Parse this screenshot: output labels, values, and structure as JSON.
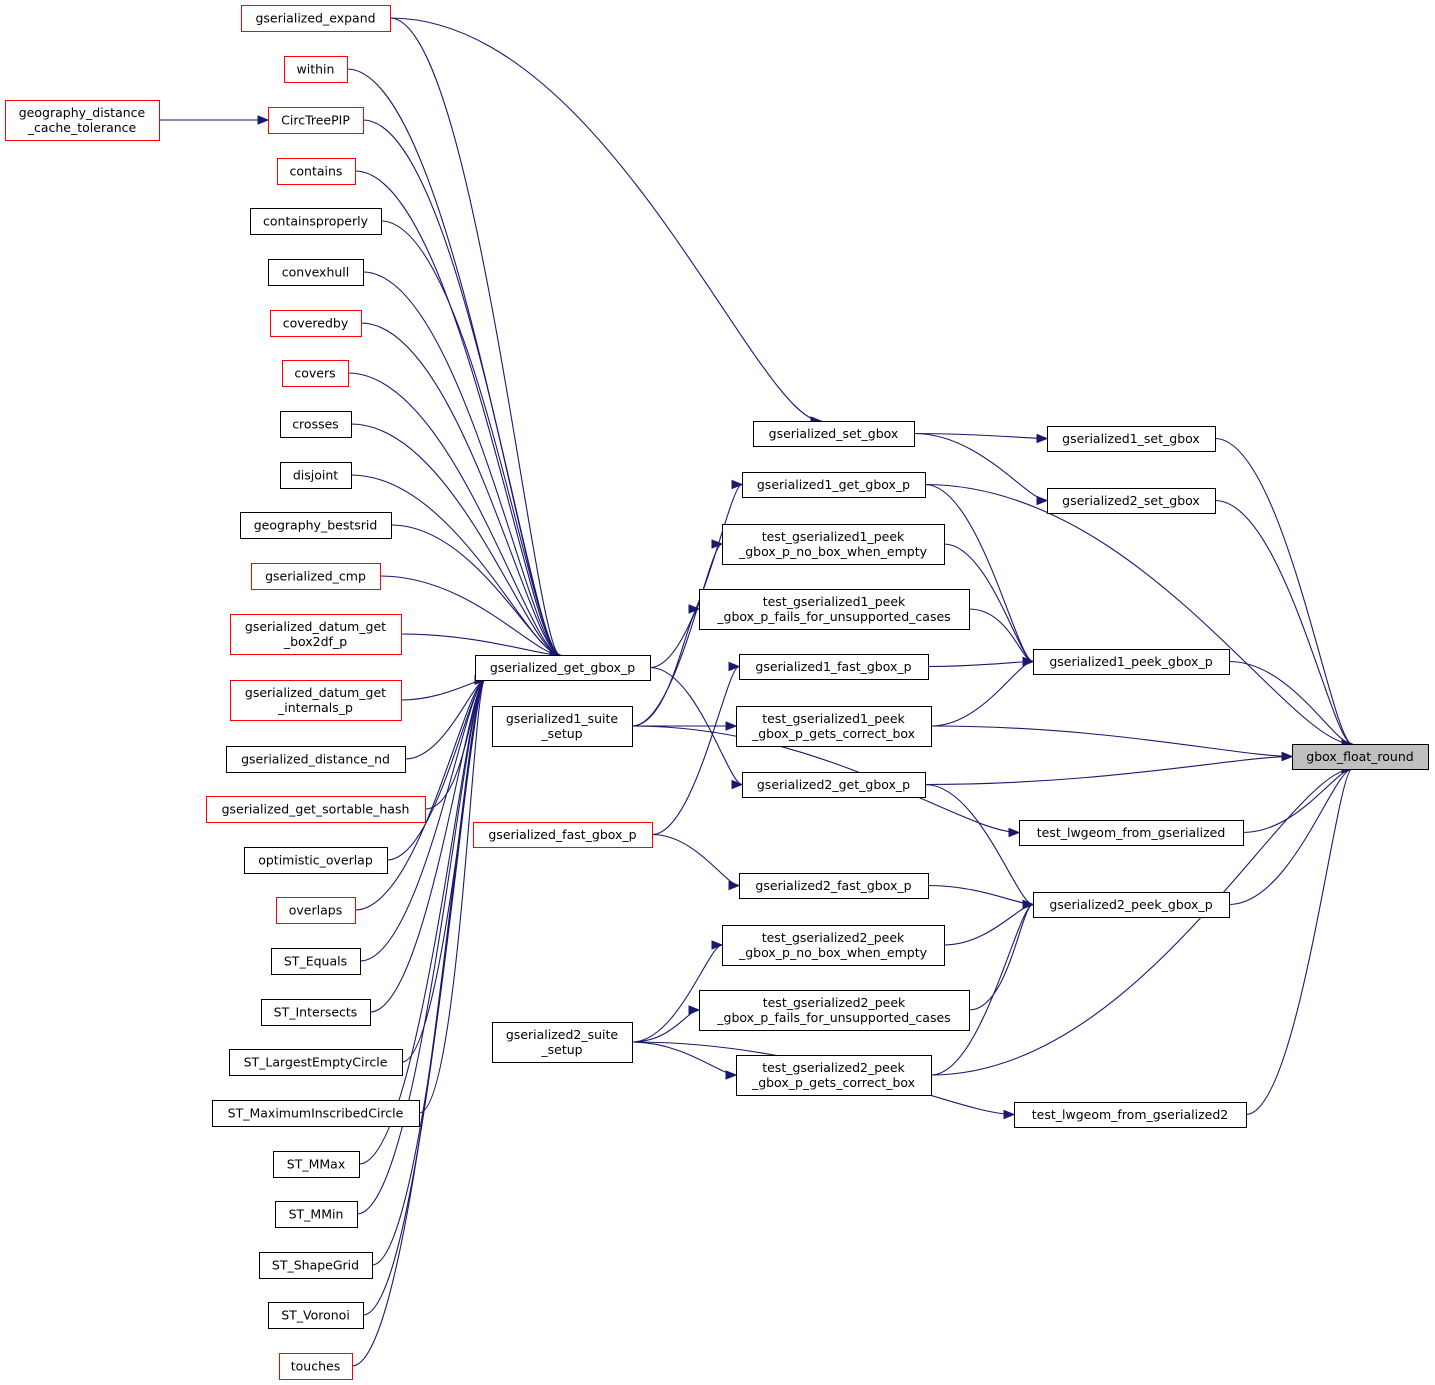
{
  "diagram": {
    "title": "gbox_float_round caller graph",
    "colors": {
      "edge": "#191970",
      "node_border_default": "#000000",
      "node_border_truncated": "#ff0000",
      "node_fill_default": "#ffffff",
      "node_fill_focus": "#bfbfbf"
    },
    "nodes": [
      {
        "id": "gbox_float_round",
        "label": [
          "gbox_float_round"
        ],
        "style": "focus"
      },
      {
        "id": "gserialized1_set_gbox",
        "label": [
          "gserialized1_set_gbox"
        ],
        "style": "default"
      },
      {
        "id": "gserialized2_set_gbox",
        "label": [
          "gserialized2_set_gbox"
        ],
        "style": "default"
      },
      {
        "id": "gserialized1_peek_gbox_p",
        "label": [
          "gserialized1_peek_gbox_p"
        ],
        "style": "default"
      },
      {
        "id": "test_lwgeom_from_gserialized",
        "label": [
          "test_lwgeom_from_gserialized"
        ],
        "style": "default"
      },
      {
        "id": "gserialized2_peek_gbox_p",
        "label": [
          "gserialized2_peek_gbox_p"
        ],
        "style": "default"
      },
      {
        "id": "test_lwgeom_from_gserialized2",
        "label": [
          "test_lwgeom_from_gserialized2"
        ],
        "style": "default"
      },
      {
        "id": "gserialized_set_gbox",
        "label": [
          "gserialized_set_gbox"
        ],
        "style": "default"
      },
      {
        "id": "gserialized1_get_gbox_p",
        "label": [
          "gserialized1_get_gbox_p"
        ],
        "style": "default"
      },
      {
        "id": "test_gserialized1_peek_gbox_p_no_box_when_empty",
        "label": [
          "test_gserialized1_peek",
          "_gbox_p_no_box_when_empty"
        ],
        "style": "default"
      },
      {
        "id": "test_gserialized1_peek_gbox_p_fails_for_unsupported_cases",
        "label": [
          "test_gserialized1_peek",
          "_gbox_p_fails_for_unsupported_cases"
        ],
        "style": "default"
      },
      {
        "id": "gserialized1_fast_gbox_p",
        "label": [
          "gserialized1_fast_gbox_p"
        ],
        "style": "default"
      },
      {
        "id": "test_gserialized1_peek_gbox_p_gets_correct_box",
        "label": [
          "test_gserialized1_peek",
          "_gbox_p_gets_correct_box"
        ],
        "style": "default"
      },
      {
        "id": "gserialized2_get_gbox_p",
        "label": [
          "gserialized2_get_gbox_p"
        ],
        "style": "default"
      },
      {
        "id": "gserialized2_fast_gbox_p",
        "label": [
          "gserialized2_fast_gbox_p"
        ],
        "style": "default"
      },
      {
        "id": "test_gserialized2_peek_gbox_p_no_box_when_empty",
        "label": [
          "test_gserialized2_peek",
          "_gbox_p_no_box_when_empty"
        ],
        "style": "default"
      },
      {
        "id": "test_gserialized2_peek_gbox_p_fails_for_unsupported_cases",
        "label": [
          "test_gserialized2_peek",
          "_gbox_p_fails_for_unsupported_cases"
        ],
        "style": "default"
      },
      {
        "id": "test_gserialized2_peek_gbox_p_gets_correct_box",
        "label": [
          "test_gserialized2_peek",
          "_gbox_p_gets_correct_box"
        ],
        "style": "default"
      },
      {
        "id": "gserialized_get_gbox_p",
        "label": [
          "gserialized_get_gbox_p"
        ],
        "style": "default"
      },
      {
        "id": "gserialized1_suite_setup",
        "label": [
          "gserialized1_suite",
          "_setup"
        ],
        "style": "default"
      },
      {
        "id": "gserialized_fast_gbox_p",
        "label": [
          "gserialized_fast_gbox_p"
        ],
        "style": "truncated"
      },
      {
        "id": "gserialized2_suite_setup",
        "label": [
          "gserialized2_suite",
          "_setup"
        ],
        "style": "default"
      },
      {
        "id": "gserialized_expand",
        "label": [
          "gserialized_expand"
        ],
        "style": "truncated"
      },
      {
        "id": "within",
        "label": [
          "within"
        ],
        "style": "truncated"
      },
      {
        "id": "CircTreePIP",
        "label": [
          "CircTreePIP"
        ],
        "style": "truncated"
      },
      {
        "id": "geography_distance_cache_tolerance",
        "label": [
          "geography_distance",
          "_cache_tolerance"
        ],
        "style": "truncated"
      },
      {
        "id": "contains",
        "label": [
          "contains"
        ],
        "style": "truncated"
      },
      {
        "id": "containsproperly",
        "label": [
          "containsproperly"
        ],
        "style": "default"
      },
      {
        "id": "convexhull",
        "label": [
          "convexhull"
        ],
        "style": "default"
      },
      {
        "id": "coveredby",
        "label": [
          "coveredby"
        ],
        "style": "truncated"
      },
      {
        "id": "covers",
        "label": [
          "covers"
        ],
        "style": "truncated"
      },
      {
        "id": "crosses",
        "label": [
          "crosses"
        ],
        "style": "default"
      },
      {
        "id": "disjoint",
        "label": [
          "disjoint"
        ],
        "style": "default"
      },
      {
        "id": "geography_bestsrid",
        "label": [
          "geography_bestsrid"
        ],
        "style": "default"
      },
      {
        "id": "gserialized_cmp",
        "label": [
          "gserialized_cmp"
        ],
        "style": "truncated"
      },
      {
        "id": "gserialized_datum_get_box2df_p",
        "label": [
          "gserialized_datum_get",
          "_box2df_p"
        ],
        "style": "truncated"
      },
      {
        "id": "gserialized_datum_get_internals_p",
        "label": [
          "gserialized_datum_get",
          "_internals_p"
        ],
        "style": "truncated"
      },
      {
        "id": "gserialized_distance_nd",
        "label": [
          "gserialized_distance_nd"
        ],
        "style": "default"
      },
      {
        "id": "gserialized_get_sortable_hash",
        "label": [
          "gserialized_get_sortable_hash"
        ],
        "style": "truncated"
      },
      {
        "id": "optimistic_overlap",
        "label": [
          "optimistic_overlap"
        ],
        "style": "default"
      },
      {
        "id": "overlaps",
        "label": [
          "overlaps"
        ],
        "style": "truncated"
      },
      {
        "id": "ST_Equals",
        "label": [
          "ST_Equals"
        ],
        "style": "default"
      },
      {
        "id": "ST_Intersects",
        "label": [
          "ST_Intersects"
        ],
        "style": "default"
      },
      {
        "id": "ST_LargestEmptyCircle",
        "label": [
          "ST_LargestEmptyCircle"
        ],
        "style": "default"
      },
      {
        "id": "ST_MaximumInscribedCircle",
        "label": [
          "ST_MaximumInscribedCircle"
        ],
        "style": "default"
      },
      {
        "id": "ST_MMax",
        "label": [
          "ST_MMax"
        ],
        "style": "default"
      },
      {
        "id": "ST_MMin",
        "label": [
          "ST_MMin"
        ],
        "style": "default"
      },
      {
        "id": "ST_ShapeGrid",
        "label": [
          "ST_ShapeGrid"
        ],
        "style": "default"
      },
      {
        "id": "ST_Voronoi",
        "label": [
          "ST_Voronoi"
        ],
        "style": "default"
      },
      {
        "id": "touches",
        "label": [
          "touches"
        ],
        "style": "truncated"
      }
    ],
    "edges": [
      {
        "from": "gserialized1_set_gbox",
        "to": "gbox_float_round"
      },
      {
        "from": "gserialized2_set_gbox",
        "to": "gbox_float_round"
      },
      {
        "from": "gserialized1_get_gbox_p",
        "to": "gbox_float_round"
      },
      {
        "from": "gserialized1_peek_gbox_p",
        "to": "gbox_float_round"
      },
      {
        "from": "test_gserialized1_peek_gbox_p_gets_correct_box",
        "to": "gbox_float_round"
      },
      {
        "from": "gserialized2_get_gbox_p",
        "to": "gbox_float_round"
      },
      {
        "from": "test_lwgeom_from_gserialized",
        "to": "gbox_float_round"
      },
      {
        "from": "gserialized2_peek_gbox_p",
        "to": "gbox_float_round"
      },
      {
        "from": "test_gserialized2_peek_gbox_p_gets_correct_box",
        "to": "gbox_float_round"
      },
      {
        "from": "test_lwgeom_from_gserialized2",
        "to": "gbox_float_round"
      },
      {
        "from": "gserialized_set_gbox",
        "to": "gserialized1_set_gbox"
      },
      {
        "from": "gserialized_set_gbox",
        "to": "gserialized2_set_gbox"
      },
      {
        "from": "gserialized1_get_gbox_p",
        "to": "gserialized1_peek_gbox_p"
      },
      {
        "from": "test_gserialized1_peek_gbox_p_no_box_when_empty",
        "to": "gserialized1_peek_gbox_p"
      },
      {
        "from": "test_gserialized1_peek_gbox_p_fails_for_unsupported_cases",
        "to": "gserialized1_peek_gbox_p"
      },
      {
        "from": "gserialized1_fast_gbox_p",
        "to": "gserialized1_peek_gbox_p"
      },
      {
        "from": "test_gserialized1_peek_gbox_p_gets_correct_box",
        "to": "gserialized1_peek_gbox_p"
      },
      {
        "from": "gserialized2_get_gbox_p",
        "to": "gserialized2_peek_gbox_p"
      },
      {
        "from": "gserialized2_fast_gbox_p",
        "to": "gserialized2_peek_gbox_p"
      },
      {
        "from": "test_gserialized2_peek_gbox_p_no_box_when_empty",
        "to": "gserialized2_peek_gbox_p"
      },
      {
        "from": "test_gserialized2_peek_gbox_p_fails_for_unsupported_cases",
        "to": "gserialized2_peek_gbox_p"
      },
      {
        "from": "test_gserialized2_peek_gbox_p_gets_correct_box",
        "to": "gserialized2_peek_gbox_p"
      },
      {
        "from": "gserialized_expand",
        "to": "gserialized_set_gbox"
      },
      {
        "from": "gserialized_get_gbox_p",
        "to": "gserialized1_get_gbox_p"
      },
      {
        "from": "gserialized_get_gbox_p",
        "to": "gserialized2_get_gbox_p"
      },
      {
        "from": "gserialized1_suite_setup",
        "to": "test_gserialized1_peek_gbox_p_no_box_when_empty"
      },
      {
        "from": "gserialized1_suite_setup",
        "to": "test_gserialized1_peek_gbox_p_fails_for_unsupported_cases"
      },
      {
        "from": "gserialized1_suite_setup",
        "to": "test_gserialized1_peek_gbox_p_gets_correct_box"
      },
      {
        "from": "gserialized1_suite_setup",
        "to": "test_lwgeom_from_gserialized"
      },
      {
        "from": "gserialized_fast_gbox_p",
        "to": "gserialized1_fast_gbox_p"
      },
      {
        "from": "gserialized_fast_gbox_p",
        "to": "gserialized2_fast_gbox_p"
      },
      {
        "from": "gserialized2_suite_setup",
        "to": "test_gserialized2_peek_gbox_p_no_box_when_empty"
      },
      {
        "from": "gserialized2_suite_setup",
        "to": "test_gserialized2_peek_gbox_p_fails_for_unsupported_cases"
      },
      {
        "from": "gserialized2_suite_setup",
        "to": "test_gserialized2_peek_gbox_p_gets_correct_box"
      },
      {
        "from": "gserialized2_suite_setup",
        "to": "test_lwgeom_from_gserialized2"
      },
      {
        "from": "gserialized_expand",
        "to": "gserialized_get_gbox_p"
      },
      {
        "from": "within",
        "to": "gserialized_get_gbox_p"
      },
      {
        "from": "CircTreePIP",
        "to": "gserialized_get_gbox_p"
      },
      {
        "from": "geography_distance_cache_tolerance",
        "to": "CircTreePIP"
      },
      {
        "from": "contains",
        "to": "gserialized_get_gbox_p"
      },
      {
        "from": "containsproperly",
        "to": "gserialized_get_gbox_p"
      },
      {
        "from": "convexhull",
        "to": "gserialized_get_gbox_p"
      },
      {
        "from": "coveredby",
        "to": "gserialized_get_gbox_p"
      },
      {
        "from": "covers",
        "to": "gserialized_get_gbox_p"
      },
      {
        "from": "crosses",
        "to": "gserialized_get_gbox_p"
      },
      {
        "from": "disjoint",
        "to": "gserialized_get_gbox_p"
      },
      {
        "from": "geography_bestsrid",
        "to": "gserialized_get_gbox_p"
      },
      {
        "from": "gserialized_cmp",
        "to": "gserialized_get_gbox_p"
      },
      {
        "from": "gserialized_datum_get_box2df_p",
        "to": "gserialized_get_gbox_p"
      },
      {
        "from": "gserialized_datum_get_internals_p",
        "to": "gserialized_get_gbox_p"
      },
      {
        "from": "gserialized_distance_nd",
        "to": "gserialized_get_gbox_p"
      },
      {
        "from": "gserialized_get_sortable_hash",
        "to": "gserialized_get_gbox_p"
      },
      {
        "from": "optimistic_overlap",
        "to": "gserialized_get_gbox_p"
      },
      {
        "from": "overlaps",
        "to": "gserialized_get_gbox_p"
      },
      {
        "from": "ST_Equals",
        "to": "gserialized_get_gbox_p"
      },
      {
        "from": "ST_Intersects",
        "to": "gserialized_get_gbox_p"
      },
      {
        "from": "ST_LargestEmptyCircle",
        "to": "gserialized_get_gbox_p"
      },
      {
        "from": "ST_MaximumInscribedCircle",
        "to": "gserialized_get_gbox_p"
      },
      {
        "from": "ST_MMax",
        "to": "gserialized_get_gbox_p"
      },
      {
        "from": "ST_MMin",
        "to": "gserialized_get_gbox_p"
      },
      {
        "from": "ST_ShapeGrid",
        "to": "gserialized_get_gbox_p"
      },
      {
        "from": "ST_Voronoi",
        "to": "gserialized_get_gbox_p"
      },
      {
        "from": "touches",
        "to": "gserialized_get_gbox_p"
      }
    ]
  }
}
